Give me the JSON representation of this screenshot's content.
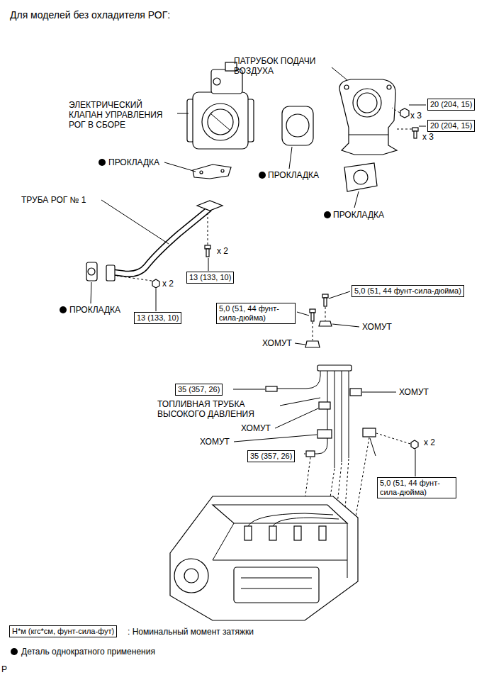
{
  "diagram": {
    "title": "Для моделей без охладителя РОГ:",
    "nodes": [
      {
        "text": [
          "20 (204, 15)"
        ]
      },
      {
        "text": [
          "20 (204, 15)"
        ]
      },
      {
        "text": [
          "13 (133, 10)"
        ]
      },
      {
        "text": [
          "13 (133, 10)"
        ]
      },
      {
        "text": [
          "5,0 (51, 44 фунт-сила-дюйма)"
        ]
      },
      {
        "text": [
          "5,0 (51, 44 фунт-сила-дюйма)"
        ]
      },
      {
        "text": [
          "35 (357, 26)"
        ]
      },
      {
        "text": [
          "35 (357, 26)"
        ]
      },
      {
        "text": [
          "5,0 (51, 44 фунт-сила-дюйма)"
        ]
      },
      {
        "text": [
          "Н*м (кгс*см, фунт-сила-фут)"
        ]
      }
    ],
    "labels": [
      "ЭЛЕКТРИЧЕСКИЙ КЛАПАН УПРАВЛЕНИЯ РОГ В СБОРЕ",
      "ПРОКЛАДКА",
      "ПРОКЛАДКА",
      "ПАТРУБОК ПОДАЧИ ВОЗДУХА",
      "ПРОКЛАДКА",
      "ТРУБА РОГ № 1",
      "ПРОКЛАДКА",
      "x 3",
      "x 3",
      "x 2",
      "x 2",
      "ХОМУТ",
      "ХОМУТ",
      "ТОПЛИВНАЯ ТРУБКА ВЫСОКОГО ДАВЛЕНИЯ",
      "ХОМУТ",
      "ХОМУТ",
      "ХОМУТ",
      "x 2",
      ": Номинальный момент затяжки",
      "P"
    ],
    "legend": [
      {
        "text": "Деталь однократного применения"
      }
    ]
  }
}
